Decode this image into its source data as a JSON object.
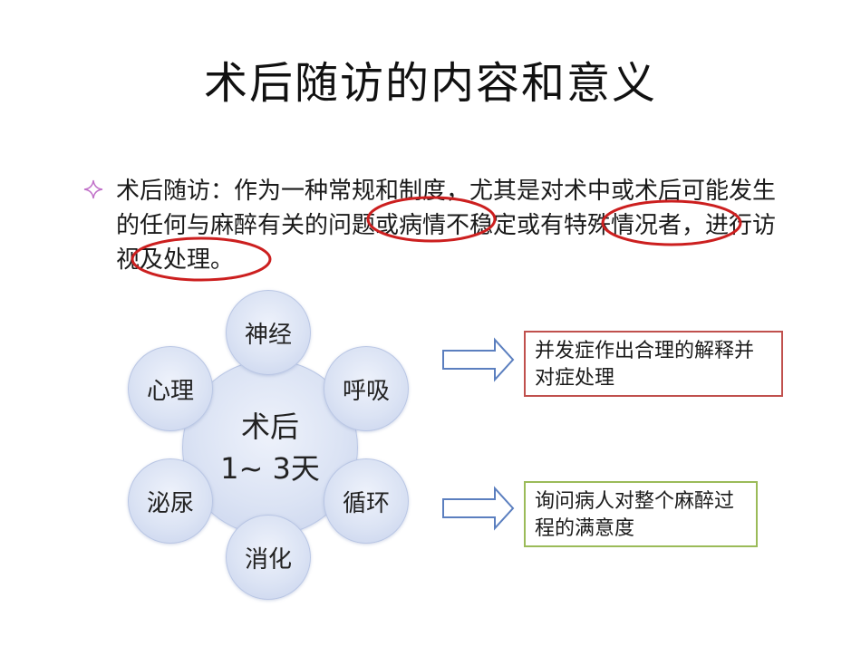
{
  "slide": {
    "title": "术后随访的内容和意义",
    "bullet_text": "术后随访：作为一种常规和制度，尤其是对术中或术后可能发生的任何与麻醉有关的问题或病情不稳定或有特殊情况者，进行访视及处理。"
  },
  "diagram": {
    "center_line1": "术后",
    "center_line2": "1~ 3天",
    "nodes": {
      "top": "神经",
      "upper_right": "呼吸",
      "lower_right": "循环",
      "bottom": "消化",
      "lower_left": "泌尿",
      "upper_left": "心理"
    }
  },
  "outcomes": {
    "box1": "并发症作出合理的解释并对症处理",
    "box2": "询问病人对整个麻醉过程的满意度"
  },
  "colors": {
    "highlight_ellipse": "#cc1f1f",
    "box1_border": "#c0504d",
    "box2_border": "#9bbb59",
    "arrow_stroke": "#5b7fbf",
    "bullet_star": "#c070c8"
  }
}
